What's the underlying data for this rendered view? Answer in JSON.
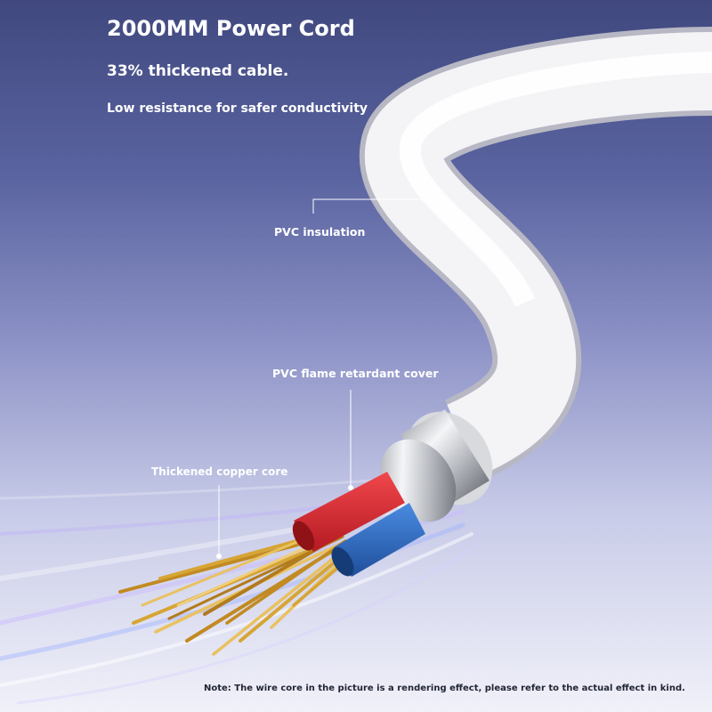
{
  "headline": {
    "title": "2000MM Power Cord",
    "subtitle": "33% thickened cable.",
    "tagline": "Low resistance for safer conductivity"
  },
  "callouts": {
    "insulation": "PVC insulation",
    "cover": "PVC flame retardant cover",
    "core": "Thickened copper core"
  },
  "footnote": "Note: The wire core in the picture is a rendering effect, please refer to the actual effect in kind.",
  "colors": {
    "background_top": "#40487f",
    "background_bottom": "#f1f1f9",
    "cable_white": "#f4f4f7",
    "wire_red": "#d9252c",
    "wire_blue": "#2f6fc4",
    "copper_gold": "#d7a534",
    "text_primary": "#ffffff",
    "text_note": "#1f2433"
  }
}
